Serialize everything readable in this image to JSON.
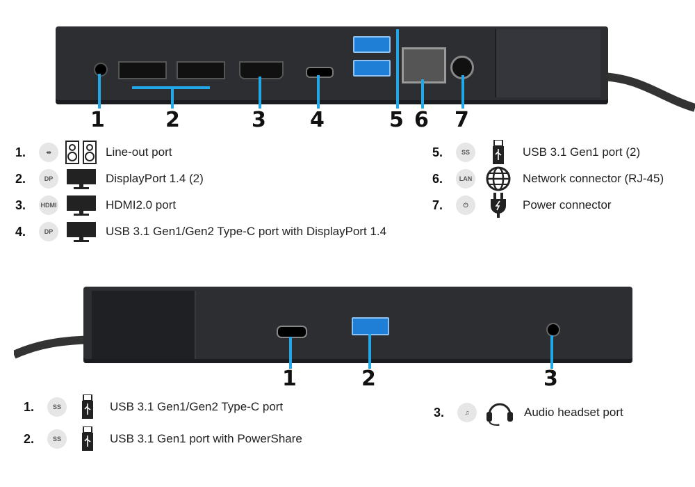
{
  "rear": {
    "callouts": [
      "1",
      "2",
      "3",
      "4",
      "5",
      "6",
      "7"
    ],
    "legend": [
      {
        "num": "1.",
        "badge": "⇴",
        "picture": "speakers-icon",
        "label": "Line-out port"
      },
      {
        "num": "2.",
        "badge": "DP",
        "picture": "monitor-icon",
        "label": "DisplayPort 1.4 (2)"
      },
      {
        "num": "3.",
        "badge": "HDMI",
        "picture": "monitor-icon",
        "label": "HDMI2.0 port"
      },
      {
        "num": "4.",
        "badge": "DP",
        "picture": "monitor-icon",
        "label": "USB 3.1 Gen1/Gen2 Type-C port with DisplayPort 1.4"
      },
      {
        "num": "5.",
        "badge": "SS",
        "picture": "usb-icon",
        "label": "USB 3.1 Gen1 port (2)"
      },
      {
        "num": "6.",
        "badge": "LAN",
        "picture": "globe-icon",
        "label": "Network connector (RJ-45)"
      },
      {
        "num": "7.",
        "badge": "⏻",
        "picture": "plug-icon",
        "label": "Power connector"
      }
    ]
  },
  "front": {
    "callouts": [
      "1",
      "2",
      "3"
    ],
    "legend": [
      {
        "num": "1.",
        "badge": "SS",
        "picture": "usb-icon",
        "label": "USB 3.1 Gen1/Gen2 Type-C port"
      },
      {
        "num": "2.",
        "badge": "SS",
        "picture": "usb-icon",
        "label": "USB 3.1 Gen1 port with PowerShare"
      },
      {
        "num": "3.",
        "badge": "♫",
        "picture": "headset-icon",
        "label": "Audio headset port"
      }
    ]
  },
  "colors": {
    "callout_line": "#22a7e8",
    "dock_body": "#2c2e32"
  }
}
